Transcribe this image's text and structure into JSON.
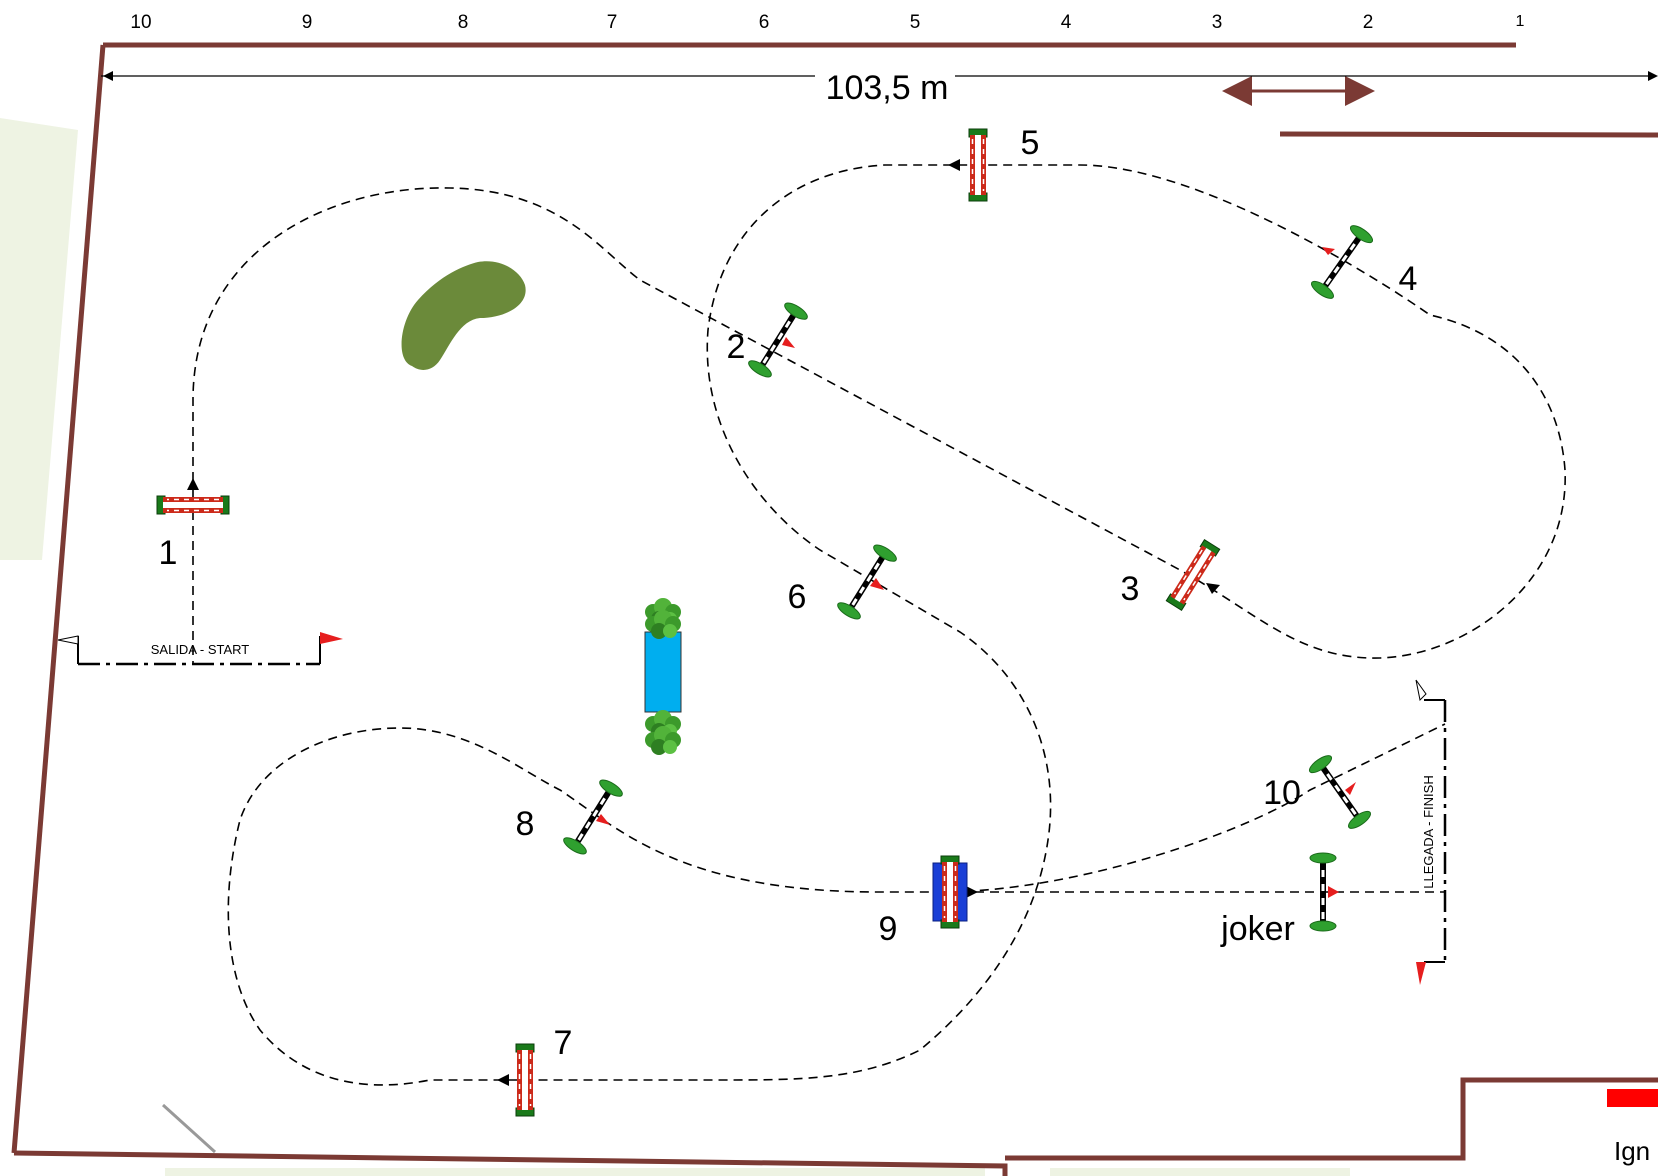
{
  "ruler": {
    "numbers": [
      "10",
      "9",
      "8",
      "7",
      "6",
      "5",
      "4",
      "3",
      "2",
      "1"
    ],
    "dimension": "103,5 m"
  },
  "obstacles": [
    {
      "id": "1",
      "label": "1"
    },
    {
      "id": "2",
      "label": "2"
    },
    {
      "id": "3",
      "label": "3"
    },
    {
      "id": "4",
      "label": "4"
    },
    {
      "id": "5",
      "label": "5"
    },
    {
      "id": "6",
      "label": "6"
    },
    {
      "id": "7",
      "label": "7"
    },
    {
      "id": "8",
      "label": "8"
    },
    {
      "id": "9",
      "label": "9"
    },
    {
      "id": "10",
      "label": "10"
    },
    {
      "id": "joker",
      "label": "joker"
    }
  ],
  "start_line": {
    "label": "SALIDA - START"
  },
  "finish_line": {
    "label": "LLEGADA - FINISH"
  },
  "corner_text": "Ign",
  "colors": {
    "wall": "#7b3a34",
    "path": "#000000",
    "pond": "#00aeef",
    "bush": "#6b8a3a",
    "grass_area": "#eef3e3",
    "flag_red": "#e61e1e",
    "fence_red": "#cc2a1a",
    "stand_green": "#1a7a1a",
    "triple_blue": "#1a3fd6"
  }
}
